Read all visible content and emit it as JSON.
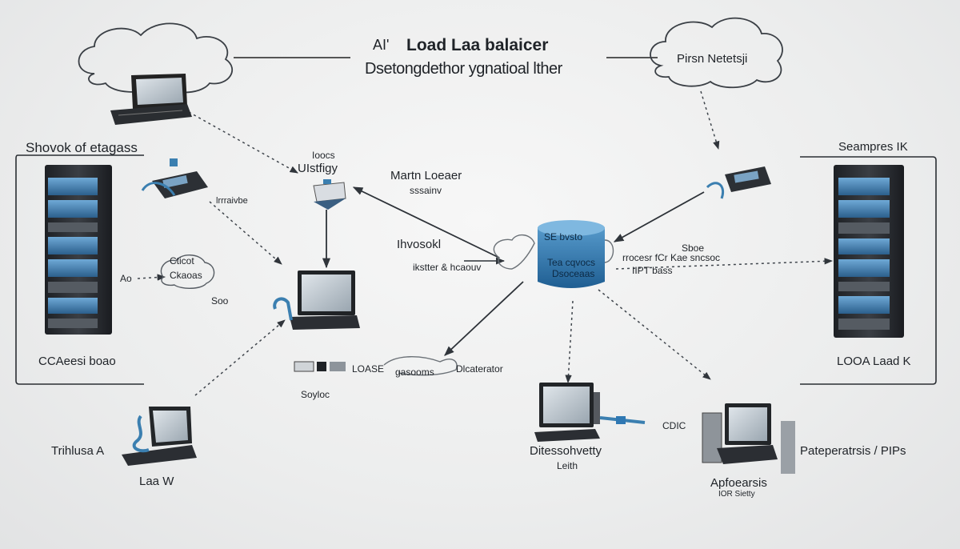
{
  "title": {
    "line1_prefix": "AI'",
    "line1_main": "Load Laa balaicer",
    "line2": "Dsetongdethor ygnatioal lther"
  },
  "labels": {
    "top_right_cloud": "Pirsn Netetsji",
    "left_box_title": "Shovok of etagass",
    "left_box_bottom": "CCAeesi boao",
    "right_box_title": "Seampres IK",
    "right_box_bottom": "LOOA Laad K",
    "center_top_small": "Ioocs",
    "center_top": "UIstfigy",
    "main_logger_title": "Martn Loeaer",
    "main_logger_sub": "sssainv",
    "left_mid_small": "lrrraivbe",
    "left_cloud_1": "Cticot",
    "left_cloud_2": "Ckaoas",
    "left_cloud_side": "Ao",
    "left_cloud_bottom": "Soo",
    "center_label_1": "Ihvosokl",
    "center_label_2": "ikstter & hcaouv",
    "hub_top": "SE bvsto",
    "hub_mid": "Tea cqvocs",
    "hub_bottom": "Dsoceaas",
    "right_mid_1": "Sboe",
    "right_mid_2": "rrocesr fCr Kae sncsoc",
    "right_mid_3": "IIPT bass",
    "bottom_row_1": "LOASE",
    "bottom_row_2": "gasooms",
    "bottom_row_3": "Dlcaterator",
    "bottom_row_sub": "Soyloc",
    "bottom_left_label": "Trihlusa A",
    "bottom_left_sub": "Laa W",
    "bottom_mid_label": "Ditessohvetty",
    "bottom_mid_sub": "Leith",
    "cable_label": "CDIC",
    "bottom_right_label": "Pateperatrsis / PIPs",
    "bottom_right_sub": "Apfoearsis",
    "bottom_right_sub2": "IOR Sietty"
  },
  "colors": {
    "accent_blue": "#3b7fb0",
    "hub_blue": "#2f78b3",
    "server_dark": "#2c2f33",
    "line": "#444a52"
  }
}
